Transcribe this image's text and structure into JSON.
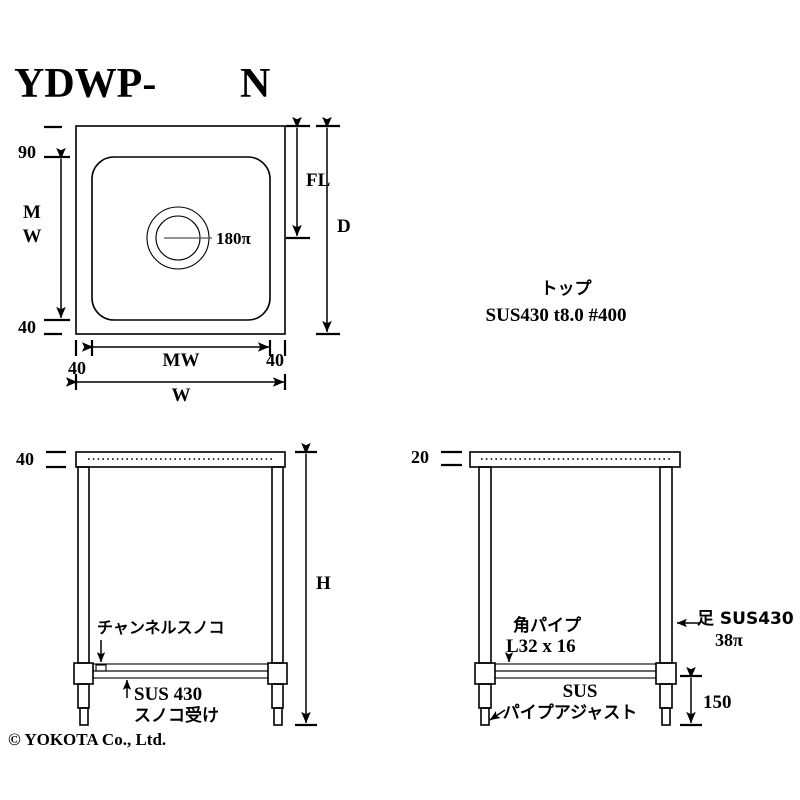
{
  "document": {
    "title": "YDWP-",
    "title_suffix": "N",
    "copyright": "© YOKOTA Co., Ltd."
  },
  "top_view": {
    "name": "top-view",
    "dimensions": {
      "left_top_offset": "90",
      "left_span": "MW",
      "left_bottom_offset": "40",
      "bottom_left_offset": "40",
      "bottom_span": "MW",
      "bottom_right_offset": "40",
      "overall_width": "W",
      "flange_length": "FL",
      "overall_depth": "D",
      "drain_size": "180π"
    }
  },
  "material_note": {
    "name": "top-material-note",
    "line1": "トップ",
    "line2": "SUS430 t8.0 #400"
  },
  "front_view": {
    "name": "front-elevation-view",
    "top_thickness": "40",
    "height": "H",
    "callout_shelf": "チャンネルスノコ",
    "callout_support_line1": "SUS 430",
    "callout_support_line2": "スノコ受け"
  },
  "side_view": {
    "name": "side-elevation-view",
    "top_thickness": "20",
    "callout_pipe_line1": "角パイプ",
    "callout_pipe_line2": "L32 x 16",
    "callout_leg_line1": "足 SUS430",
    "callout_leg_line2": "38π",
    "callout_adjuster_line1": "SUS",
    "callout_adjuster_line2": "パイプアジャスト",
    "adjuster_height": "150"
  },
  "colors": {
    "ink": "#000000",
    "paper": "#ffffff",
    "centerline": "#555555"
  }
}
